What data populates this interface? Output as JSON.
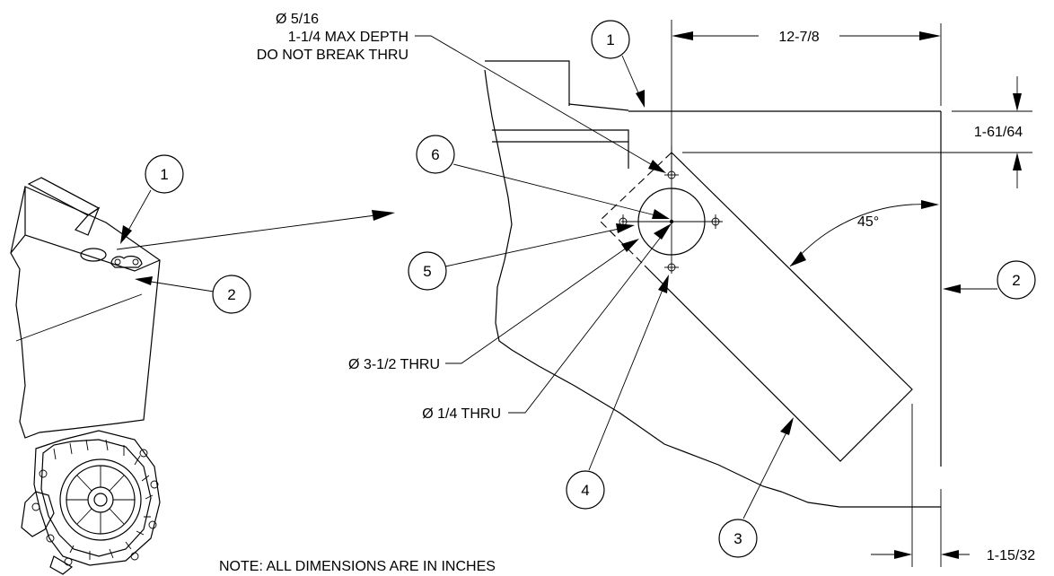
{
  "annotations": {
    "hole_small": [
      "Ø 5/16",
      "1-1/4 MAX DEPTH",
      "DO NOT BREAK THRU"
    ],
    "hole_large": "Ø 3-1/2 THRU",
    "hole_bolt": "Ø 1/4 THRU",
    "note": "NOTE: ALL DIMENSIONS ARE IN INCHES"
  },
  "dimensions": {
    "horizontal_top": "12-7/8",
    "vertical_right": "1-61/64",
    "angle": "45°",
    "bottom_gap": "1-15/32"
  },
  "balloons": {
    "b1_top": "1",
    "b1_left": "1",
    "b2_right": "2",
    "b2_left": "2",
    "b3": "3",
    "b4": "4",
    "b5": "5",
    "b6": "6"
  }
}
